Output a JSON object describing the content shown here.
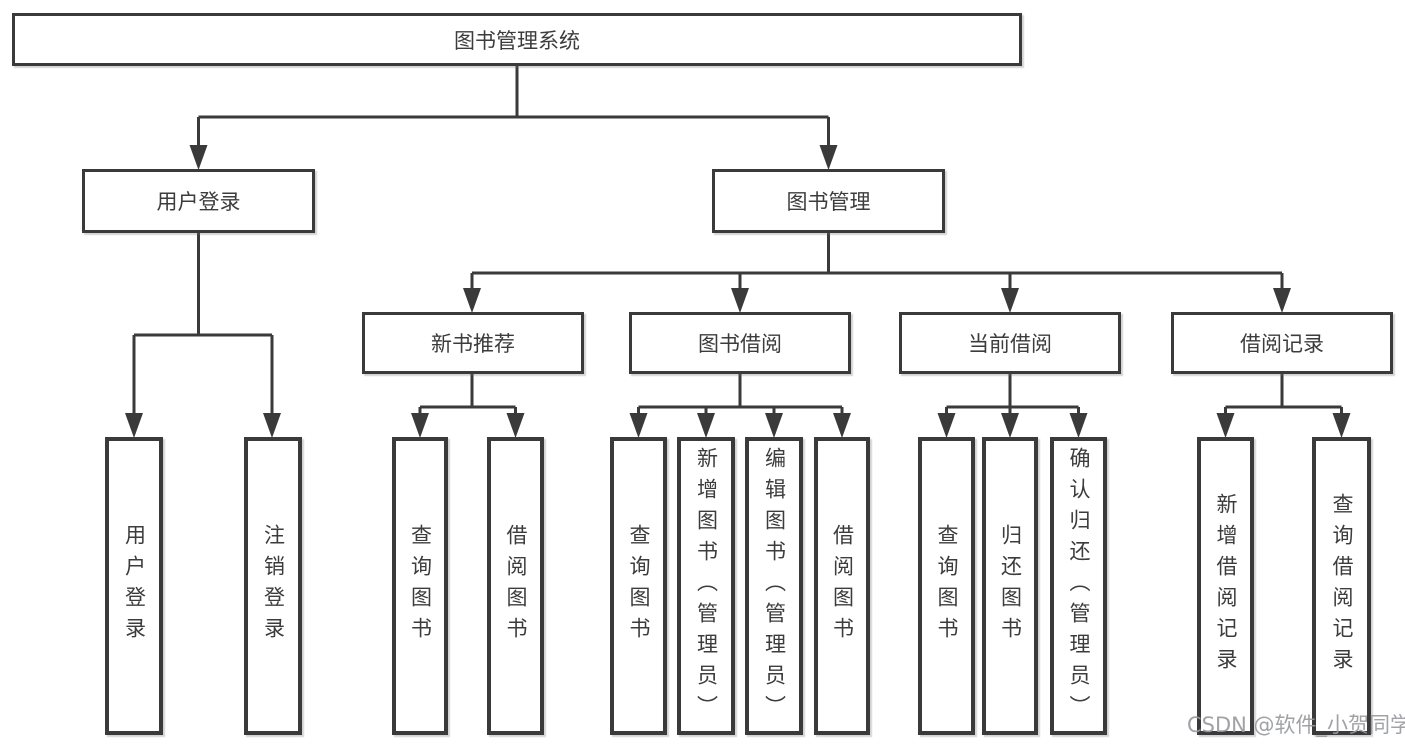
{
  "diagram": {
    "root": {
      "label": "图书管理系统"
    },
    "branches": [
      {
        "label": "用户登录",
        "children": [
          {
            "label": "用户登录"
          },
          {
            "label": "注销登录"
          }
        ]
      },
      {
        "label": "图书管理",
        "children": [
          {
            "label": "新书推荐",
            "children": [
              {
                "label": "查询图书"
              },
              {
                "label": "借阅图书"
              }
            ]
          },
          {
            "label": "图书借阅",
            "children": [
              {
                "label": "查询图书"
              },
              {
                "label": "新增图书（管理员）"
              },
              {
                "label": "编辑图书（管理员）"
              },
              {
                "label": "借阅图书"
              }
            ]
          },
          {
            "label": "当前借阅",
            "children": [
              {
                "label": "查询图书"
              },
              {
                "label": "归还图书"
              },
              {
                "label": "确认归还（管理员）"
              }
            ]
          },
          {
            "label": "借阅记录",
            "children": [
              {
                "label": "新增借阅记录"
              },
              {
                "label": "查询借阅记录"
              }
            ]
          }
        ]
      }
    ]
  },
  "watermark": {
    "text": "CSDN @软件_小贺同学"
  },
  "colors": {
    "line": "#3a3a3a",
    "box_background": "#ffffff",
    "text": "#3c3c3c",
    "watermark": "#989a9e"
  }
}
